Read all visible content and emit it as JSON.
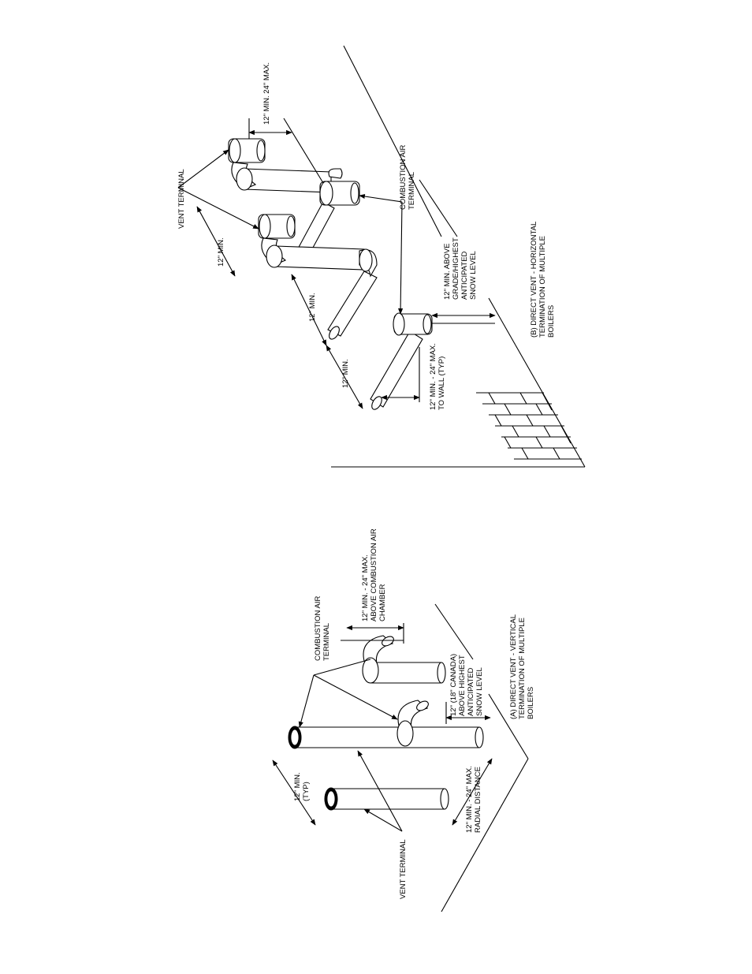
{
  "figure_b": {
    "caption": [
      "(B) DIRECT VENT - HORIZONTAL",
      "TERMINATION OF MULTIPLE",
      "BOILERS"
    ],
    "vent_terminal": "VENT TERMINAL",
    "combustion_air_terminal": [
      "COMBUSTION AIR",
      "TERMINAL"
    ],
    "dim_top": "12\" MIN. 24\" MAX.",
    "dim_min_1": "12\" MIN.",
    "dim_min_2": "12\" MIN.",
    "dim_min_3": "12\" MIN.",
    "dim_to_wall": [
      "12\" MIN. - 24\" MAX.",
      "TO WALL (TYP)"
    ],
    "dim_above_grade": [
      "12\" MIN. ABOVE",
      "GRADE/HIGHEST",
      "ANTICIPATED",
      "SNOW LEVEL"
    ]
  },
  "figure_a": {
    "caption": [
      "(A) DIRECT VENT - VERTICAL",
      "TERMINATION OF MULTIPLE",
      "BOILERS"
    ],
    "combustion_air_terminal": [
      "COMBUSTION AIR",
      "TERMINAL"
    ],
    "dim_above_chamber": [
      "12\" MIN. - 24\" MAX.",
      "ABOVE COMBUSTION AIR",
      "CHAMBER"
    ],
    "dim_above_snow": [
      "12\" (18\" CANADA)",
      "ABOVE HIGHEST",
      "ANTICIPATED",
      "SNOW LEVEL"
    ],
    "dim_typ": [
      "12\" MIN.",
      "(TYP)"
    ],
    "dim_radial": [
      "12\" MIN. - 24\" MAX.",
      "RADIAL DISTANCE"
    ],
    "vent_terminal": "VENT TERMINAL"
  }
}
